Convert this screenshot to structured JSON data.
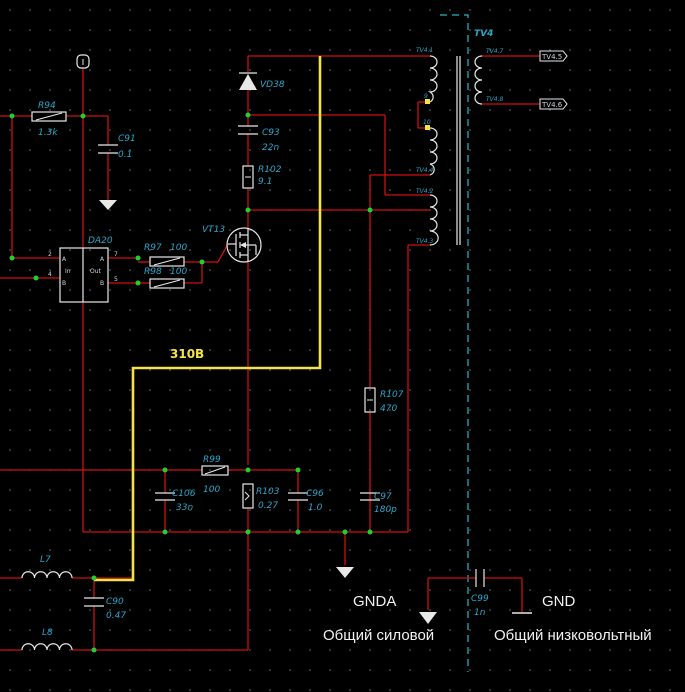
{
  "components": {
    "R94": {
      "ref": "R94",
      "value": "1.3k"
    },
    "C91": {
      "ref": "C91",
      "value": "0.1"
    },
    "VD38": {
      "ref": "VD38"
    },
    "C93": {
      "ref": "C93",
      "value": "22n"
    },
    "R102": {
      "ref": "R102",
      "value": "9.1"
    },
    "VT13": {
      "ref": "VT13"
    },
    "DA20": {
      "ref": "DA20",
      "pins": [
        "2",
        "4",
        "7",
        "5",
        "A",
        "B",
        "In",
        "Out",
        "A",
        "B"
      ]
    },
    "R97": {
      "ref": "R97",
      "value": "100"
    },
    "R98": {
      "ref": "R98",
      "value": "100"
    },
    "TV4": {
      "ref": "TV4",
      "pins": [
        "TV4.1",
        "9",
        "10",
        "TV4.4",
        "TV4.2",
        "TV4.3",
        "TV4.7",
        "TV4.8"
      ]
    },
    "R107": {
      "ref": "R107",
      "value": "470"
    },
    "R99": {
      "ref": "R99",
      "value": "100"
    },
    "C106": {
      "ref": "C106",
      "value": "33n"
    },
    "R103": {
      "ref": "R103",
      "value": "0.27"
    },
    "C96": {
      "ref": "C96",
      "value": "1.0"
    },
    "C97": {
      "ref": "C97",
      "value": "180p"
    },
    "L7": {
      "ref": "L7"
    },
    "C90": {
      "ref": "C90",
      "value": "0.47"
    },
    "L8": {
      "ref": "L8"
    },
    "C99": {
      "ref": "C99",
      "value": "1n"
    }
  },
  "nets": {
    "hv": "310В",
    "gnda": "GNDA",
    "gnd": "GND"
  },
  "ports": {
    "tv4_5": "TV4.5",
    "tv4_6": "TV4.6"
  },
  "captions": {
    "power_ground": "Общий силовой",
    "lowvoltage_ground": "Общий низковольтный"
  },
  "colors": {
    "background": "#000000",
    "wire": "#cc1111",
    "component": "#e8e8e8",
    "label": "#27a7c9",
    "node": "#23d02a",
    "power_net": "#f4e24a",
    "isolation_boundary": "#26b7c6"
  }
}
